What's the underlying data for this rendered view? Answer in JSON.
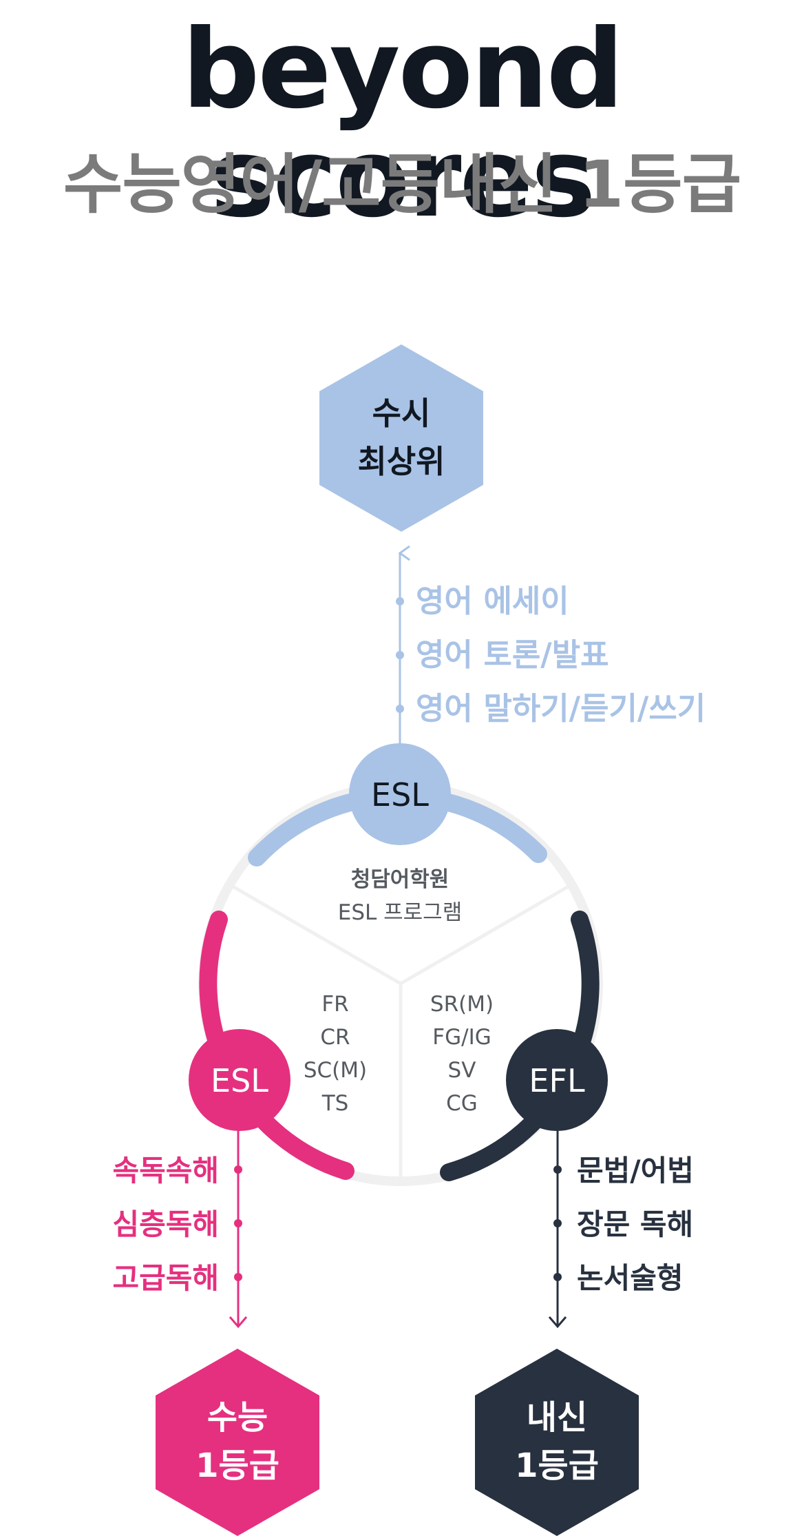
{
  "headline": "beyond scores",
  "subtitle": "수능영어/고등내신 1등급",
  "colors": {
    "blue": "#a9c3e6",
    "pink": "#e5307f",
    "navy": "#28313f",
    "ring": "#f0f0f0",
    "dark_text": "#111821",
    "grey_text": "#555a60"
  },
  "top": {
    "hex_line1": "수시",
    "hex_line2": "최상위",
    "node_label": "ESL",
    "skills": [
      "영어 에세이",
      "영어 토론/발표",
      "영어 말하기/듣기/쓰기"
    ]
  },
  "center": {
    "line1": "청담어학원",
    "line2": "ESL 프로그램"
  },
  "left": {
    "node_label": "ESL",
    "codes": [
      "FR",
      "CR",
      "SC(M)",
      "TS"
    ],
    "skills": [
      "속독속해",
      "심층독해",
      "고급독해"
    ],
    "hex_line1": "수능",
    "hex_line2": "1등급"
  },
  "right": {
    "node_label": "EFL",
    "codes": [
      "SR(M)",
      "FG/IG",
      "SV",
      "CG"
    ],
    "skills": [
      "문법/어법",
      "장문 독해",
      "논서술형"
    ],
    "hex_line1": "내신",
    "hex_line2": "1등급"
  }
}
